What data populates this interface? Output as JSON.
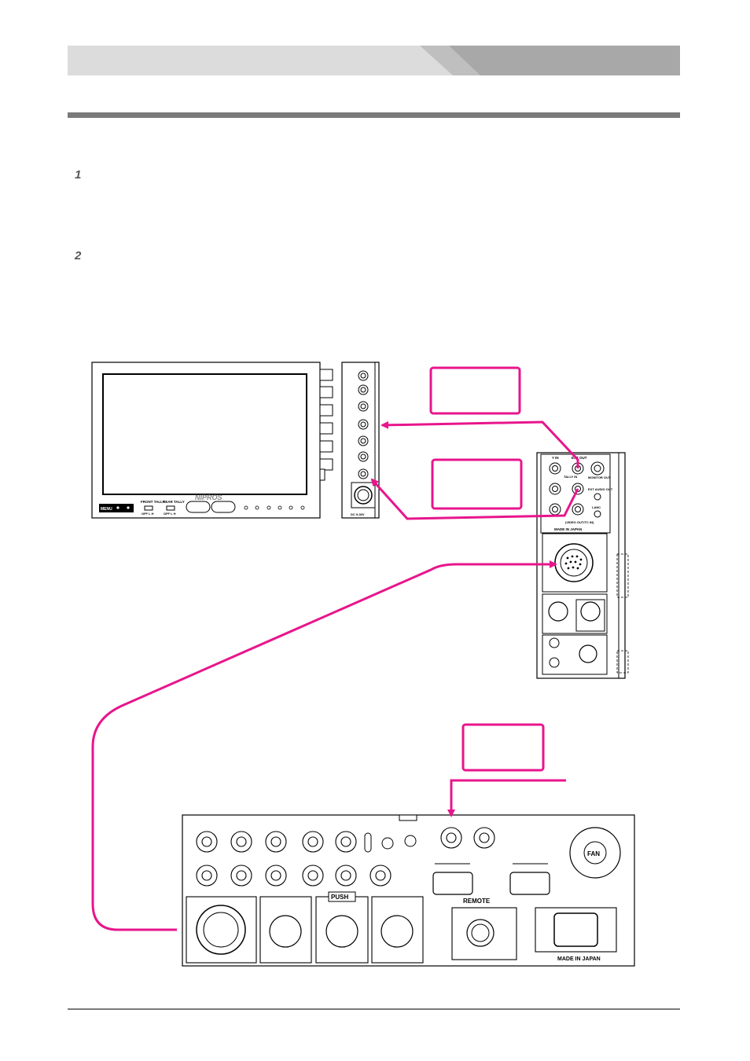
{
  "steps": [
    {
      "number": "1"
    },
    {
      "number": "2"
    }
  ],
  "monitor": {
    "brand": "NIPROS",
    "menu_label": "MENU",
    "front_tally": "FRONT TALLY",
    "rear_tally": "REAR TALLY",
    "switch_pos": "OFF  L  H",
    "dc_in": "DC 9-30V"
  },
  "camera_adapter": {
    "y_in": "Y IN",
    "ext_out": "EXT OUT",
    "monitor_out": "MONITOR OUT",
    "tally_in": "TALLY IN",
    "ext_audio_out": "EXT AUDIO OUT",
    "lanc": "LANC",
    "video_out": "(VIDEO OUT/TC IN)",
    "made_in": "MADE IN JAPAN"
  },
  "ccu": {
    "push": "PUSH",
    "remote": "REMOTE",
    "fan": "FAN",
    "made_in": "MADE IN JAPAN"
  },
  "colors": {
    "cable": "#e8158c",
    "line": "#000000",
    "banner_light": "#d9d9d9",
    "banner_dark": "#a6a6a6"
  }
}
